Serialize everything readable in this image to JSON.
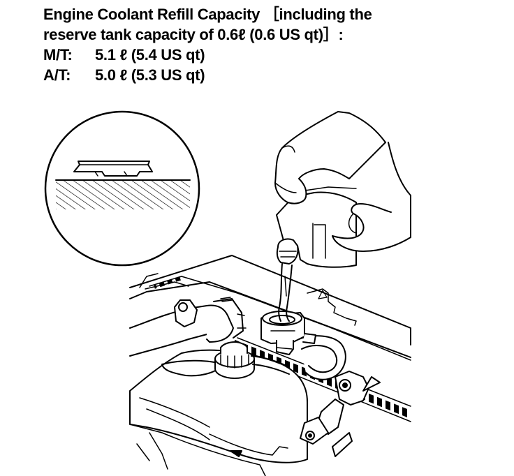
{
  "spec": {
    "title": "Engine Coolant Refill Capacity",
    "note_line1": "［including the",
    "note_line2": "reserve tank capacity of 0.6ℓ (0.6 US qt)］:",
    "rows": [
      {
        "transmission": "M/T:",
        "capacity": "5.1 ℓ (5.4 US qt)"
      },
      {
        "transmission": "A/T:",
        "capacity": "5.0 ℓ (5.3 US qt)"
      }
    ]
  }
}
